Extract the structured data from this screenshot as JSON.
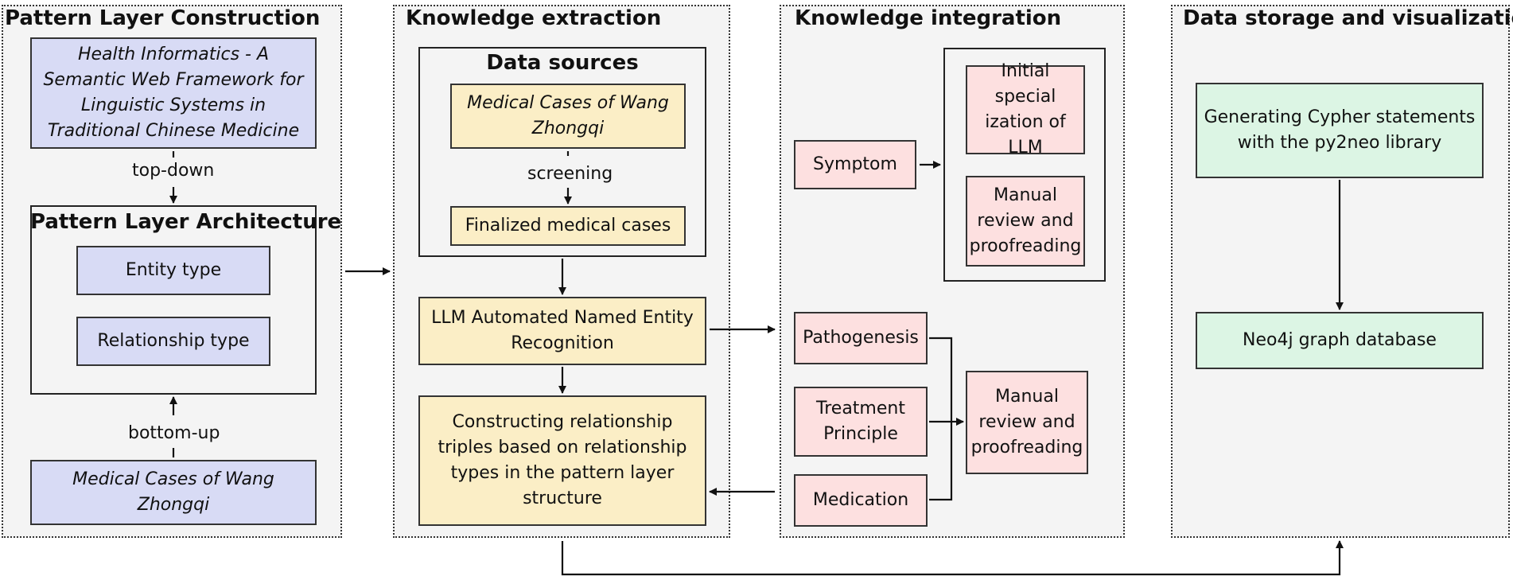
{
  "panels": {
    "pattern": "Pattern Layer Construction",
    "extraction": "Knowledge extraction",
    "integration": "Knowledge integration",
    "storage": "Data storage and visualization"
  },
  "pattern": {
    "framework_box": "Health Informatics - A Semantic Web Framework for Linguistic Systems in Traditional Chinese Medicine",
    "top_down": "top-down",
    "architecture_title": "Pattern Layer Architecture",
    "entity_type": "Entity type",
    "relationship_type": "Relationship type",
    "bottom_up": "bottom-up",
    "cases_box": "Medical Cases of Wang Zhongqi"
  },
  "extraction": {
    "data_sources_title": "Data sources",
    "cases_box": "Medical Cases of Wang Zhongqi",
    "screening": "screening",
    "finalized": "Finalized medical cases",
    "ner": "LLM Automated Named Entity Recognition",
    "triples": "Constructing relationship triples based on relationship types in the pattern layer structure"
  },
  "integration": {
    "symptom": "Symptom",
    "initial_specialization": "Initial special ization of LLM",
    "manual_review_1": "Manual review and proofreading",
    "pathogenesis": "Pathogenesis",
    "treatment_principle": "Treatment Principle",
    "medication": "Medication",
    "manual_review_2": "Manual review and proofreading"
  },
  "storage": {
    "cypher": "Generating Cypher statements with the py2neo library",
    "neo4j": "Neo4j graph database"
  },
  "colors": {
    "blue": "#d8dbf5",
    "yellow": "#fbeec6",
    "pink": "#fde0e0",
    "green": "#dcf5e4"
  }
}
